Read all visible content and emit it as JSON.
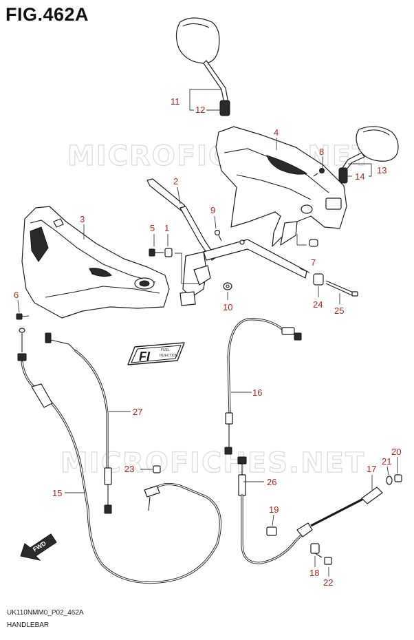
{
  "figure": {
    "title": "FIG.462A",
    "model_code": "UK110NMM0_P02_462A",
    "section": "HANDLEBAR"
  },
  "watermark": "MICROFICHES.NET",
  "badge": {
    "letters": "FI",
    "line1": "FUEL",
    "line2": "INJECTION"
  },
  "direction_arrow": "FWD",
  "callouts": {
    "c1": "1",
    "c2": "2",
    "c3": "3",
    "c4": "4",
    "c5": "5",
    "c6": "6",
    "c7": "7",
    "c8": "8",
    "c9": "9",
    "c10": "10",
    "c11": "11",
    "c12": "12",
    "c13": "13",
    "c14": "14",
    "c15": "15",
    "c16": "16",
    "c17": "17",
    "c18": "18",
    "c19": "19",
    "c20": "20",
    "c21": "21",
    "c22": "22",
    "c23": "23",
    "c24": "24",
    "c25": "25",
    "c26": "26",
    "c27": "27"
  },
  "colors": {
    "callout_text": "#b02418",
    "line_art": "#1a1a1a",
    "watermark": "#d9d9d9"
  }
}
